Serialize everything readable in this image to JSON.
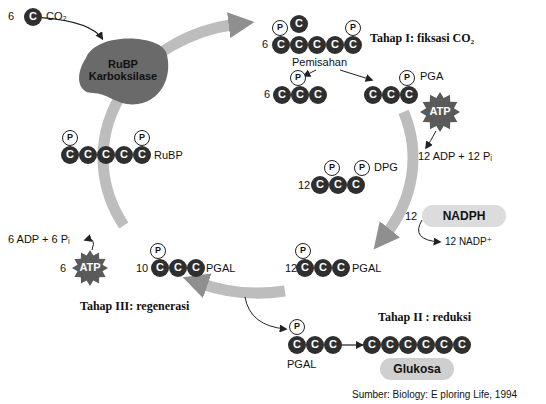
{
  "diagram": {
    "nodes": [
      {
        "text": [
          "C"
        ]
      },
      {
        "text": [
          "RuBP Karboksilase"
        ]
      },
      {
        "text": [
          "P"
        ]
      },
      {
        "text": [
          "C"
        ]
      },
      {
        "text": [
          "P"
        ]
      },
      {
        "text": [
          "C"
        ]
      },
      {
        "text": [
          "C"
        ]
      },
      {
        "text": [
          "C"
        ]
      },
      {
        "text": [
          "C"
        ]
      },
      {
        "text": [
          "C"
        ]
      },
      {
        "text": [
          "P"
        ]
      },
      {
        "text": [
          "C"
        ]
      },
      {
        "text": [
          "C"
        ]
      },
      {
        "text": [
          "C"
        ]
      },
      {
        "text": [
          "P"
        ]
      },
      {
        "text": [
          "C"
        ]
      },
      {
        "text": [
          "C"
        ]
      },
      {
        "text": [
          "C"
        ]
      },
      {
        "text": [
          "ATP"
        ]
      },
      {
        "text": [
          "P"
        ]
      },
      {
        "text": [
          "P"
        ]
      },
      {
        "text": [
          "C"
        ]
      },
      {
        "text": [
          "C"
        ]
      },
      {
        "text": [
          "C"
        ]
      },
      {
        "text": [
          "P"
        ]
      },
      {
        "text": [
          "P"
        ]
      },
      {
        "text": [
          "C"
        ]
      },
      {
        "text": [
          "C"
        ]
      },
      {
        "text": [
          "C"
        ]
      },
      {
        "text": [
          "C"
        ]
      },
      {
        "text": [
          "C"
        ]
      },
      {
        "text": [
          "NADPH"
        ]
      },
      {
        "text": [
          "ATP"
        ]
      },
      {
        "text": [
          "P"
        ]
      },
      {
        "text": [
          "C"
        ]
      },
      {
        "text": [
          "C"
        ]
      },
      {
        "text": [
          "C"
        ]
      },
      {
        "text": [
          "P"
        ]
      },
      {
        "text": [
          "C"
        ]
      },
      {
        "text": [
          "C"
        ]
      },
      {
        "text": [
          "C"
        ]
      },
      {
        "text": [
          "P"
        ]
      },
      {
        "text": [
          "C"
        ]
      },
      {
        "text": [
          "C"
        ]
      },
      {
        "text": [
          "C"
        ]
      },
      {
        "text": [
          "C"
        ]
      },
      {
        "text": [
          "C"
        ]
      },
      {
        "text": [
          "C"
        ]
      },
      {
        "text": [
          "C"
        ]
      },
      {
        "text": [
          "C"
        ]
      },
      {
        "text": [
          "C"
        ]
      },
      {
        "text": [
          "Glukosa"
        ]
      }
    ],
    "edges": [
      {
        "from": 0,
        "to": 1,
        "arrow": "to"
      },
      {
        "from": 44,
        "to": 45,
        "arrow": "to"
      }
    ],
    "labels": [
      "6",
      "CO₂",
      "6",
      "Tahap I: fiksasi CO₂",
      "Pemisahan",
      "6",
      "PGA",
      "12 ADP + 12 Pᵢ",
      "12",
      "DPG",
      "12",
      "12 NADP⁺",
      "RuBP",
      "6 ADP + 6 Pᵢ",
      "6",
      "10",
      "PGAL",
      "12",
      "PGAL",
      "Tahap III: regenerasi",
      "PGAL",
      "Tahap II : reduksi",
      "Sumber: Biology: E ploring Life, 1994"
    ]
  }
}
